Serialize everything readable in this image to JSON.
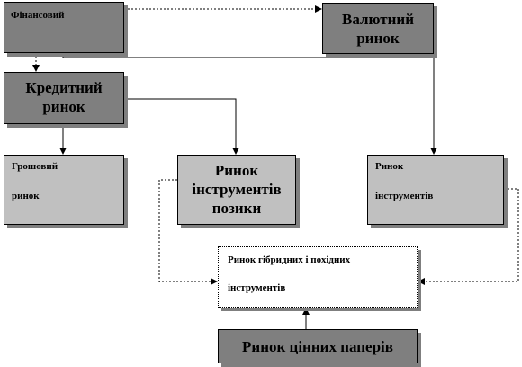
{
  "nodes": {
    "financial": {
      "line1": "Фінансовий",
      "line2": ""
    },
    "currency_market": {
      "line1": "Валютний",
      "line2": "ринок"
    },
    "credit_market": {
      "line1": "Кредитний",
      "line2": "ринок"
    },
    "money_market": {
      "line1": "Грошовий",
      "line2": "ринок"
    },
    "loan_instruments_market": {
      "line1": "Ринок",
      "line2": "інструментів",
      "line3": "позики"
    },
    "instruments_market": {
      "line1": "Ринок",
      "line2": "інструментів"
    },
    "hybrid_derivative_market": {
      "line1": "Ринок гібридних і похідних",
      "line2": "інструментів"
    },
    "securities_market": {
      "line1": "Ринок цінних паперів"
    }
  },
  "colors": {
    "dark_fill": "#7f7f7f",
    "light_fill": "#c0c0c0",
    "shadow": "#7f7f7f",
    "line": "#000000"
  }
}
